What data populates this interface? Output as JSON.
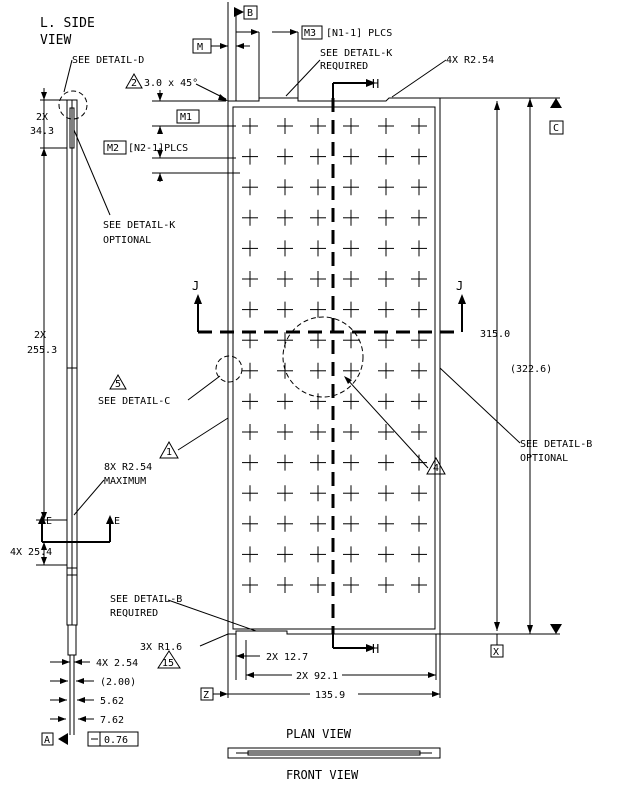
{
  "views": {
    "side_title_1": "L. SIDE",
    "side_title_2": "VIEW",
    "plan": "PLAN VIEW",
    "front": "FRONT VIEW"
  },
  "datums": {
    "a": "A",
    "b": "B",
    "c": "C",
    "x": "X",
    "z": "Z"
  },
  "frames": {
    "m": "M",
    "m1": "M1",
    "m2": "M2",
    "m3": "M3",
    "flat": "0.76"
  },
  "notes": {
    "detail_d": "SEE DETAIL-D",
    "chamfer": "3.0 x 45°",
    "chamfer_flag": "2",
    "m3_plcs": "[N1-1] PLCS",
    "detail_k_req_1": "SEE DETAIL-K",
    "detail_k_req_2": "REQUIRED",
    "radius_4x": "4X R2.54",
    "m2_plcs": "[N2-1]PLCS",
    "detail_k_opt_1": "SEE DETAIL-K",
    "detail_k_opt_2": "OPTIONAL",
    "flag5": "5",
    "detail_c": "SEE DETAIL-C",
    "flag1": "1",
    "radius_8x_1": "8X R2.54",
    "radius_8x_2": "MAXIMUM",
    "flag4": "4",
    "detail_b_opt_1": "SEE DETAIL-B",
    "detail_b_opt_2": "OPTIONAL",
    "detail_b_req_1": "SEE DETAIL-B",
    "detail_b_req_2": "REQUIRED",
    "radius_3x": "3X R1.6",
    "flag15": "15",
    "sec_j": "J",
    "sec_h": "H",
    "sec_e": "E"
  },
  "dims": {
    "d2x_a": "2X",
    "d34": "34.3",
    "d2x_b": "2X",
    "d255": "255.3",
    "d4x254": "4X 25.4",
    "d315": "315.0",
    "d3226": "(322.6)",
    "d127": "2X 12.7",
    "d921": "2X 92.1",
    "d1359": "135.9",
    "d4x254b": "4X 2.54",
    "d200": "(2.00)",
    "d562": "5.62",
    "d762": "7.62"
  }
}
